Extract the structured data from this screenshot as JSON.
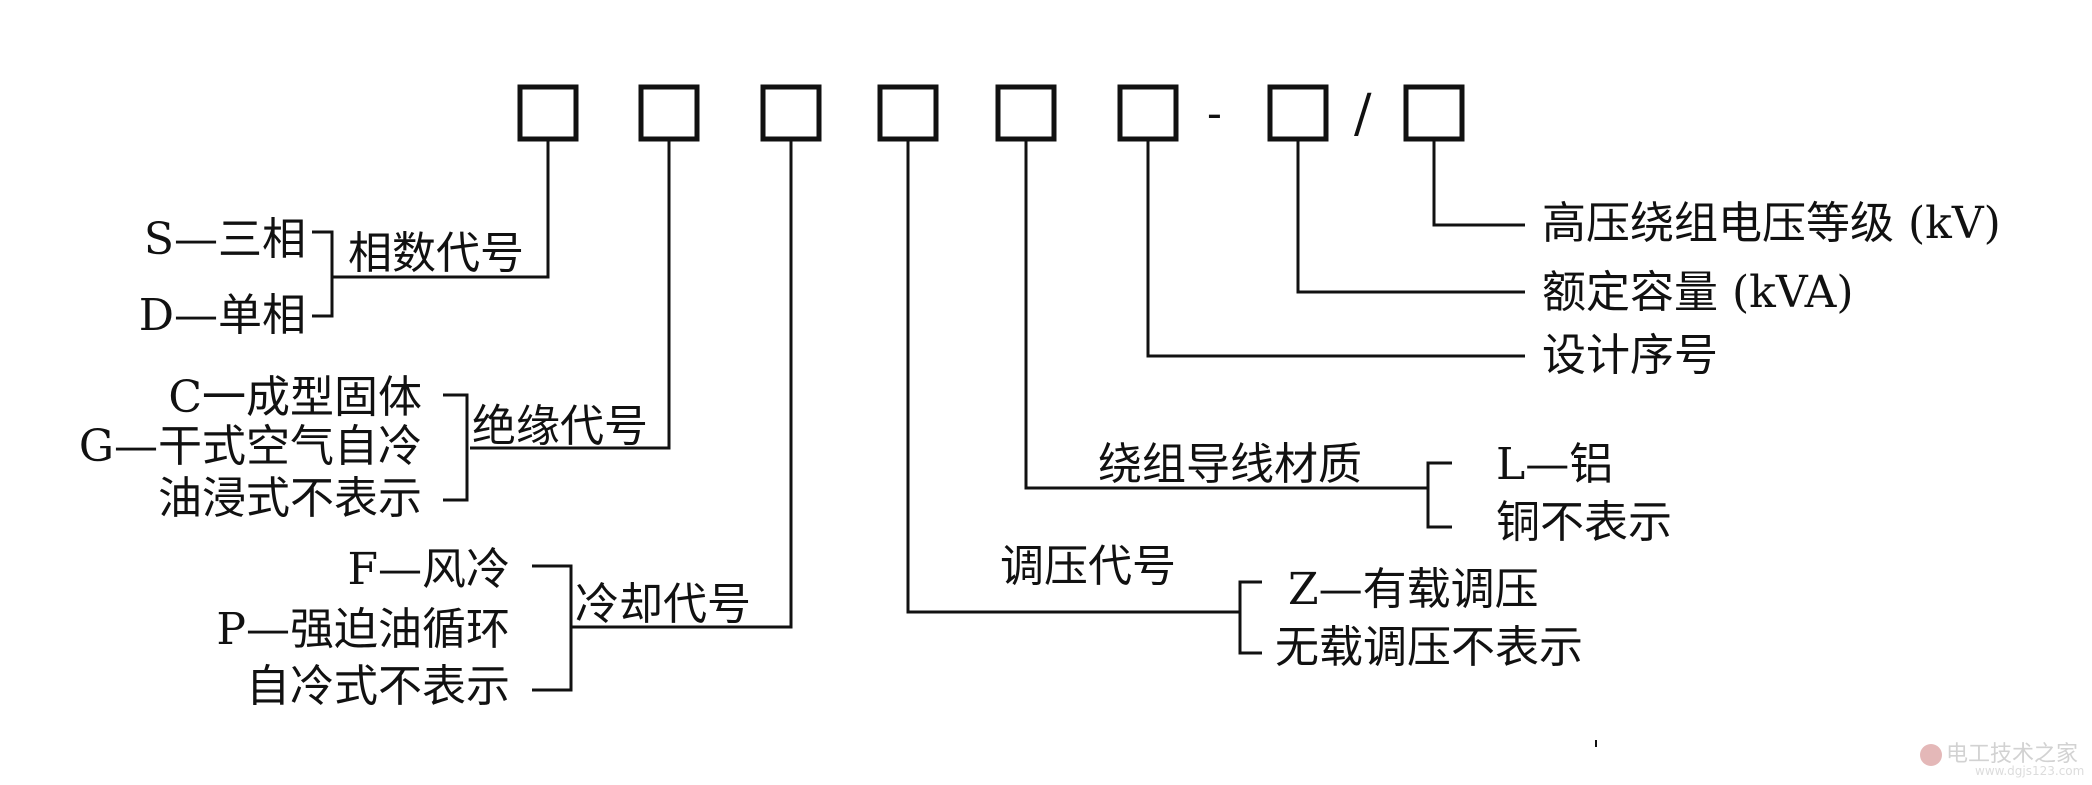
{
  "code": {
    "dash": "-",
    "slash": "/"
  },
  "groups": {
    "phase": {
      "label": "相数代号",
      "options": [
        "S—三相",
        "D—单相"
      ]
    },
    "insulation": {
      "label": "绝缘代号",
      "options": [
        "C一成型固体",
        "G—干式空气自冷",
        "油浸式不表示"
      ]
    },
    "cooling": {
      "label": "冷却代号",
      "options": [
        "F—风冷",
        "P—强迫油循环",
        "自冷式不表示"
      ]
    },
    "regulation": {
      "label": "调压代号",
      "options": [
        "Z—有载调压",
        "无载调压不表示"
      ]
    },
    "winding": {
      "label": "绕组导线材质",
      "options": [
        "L—铝",
        "铜不表示"
      ]
    },
    "design": {
      "label": "设计序号"
    },
    "capacity": {
      "label": "额定容量 (kVA)"
    },
    "voltage": {
      "label": "高压绕组电压等级 (kV)"
    }
  },
  "watermark": {
    "text": "电工技术之家",
    "url": "www.dgjs123.com"
  }
}
